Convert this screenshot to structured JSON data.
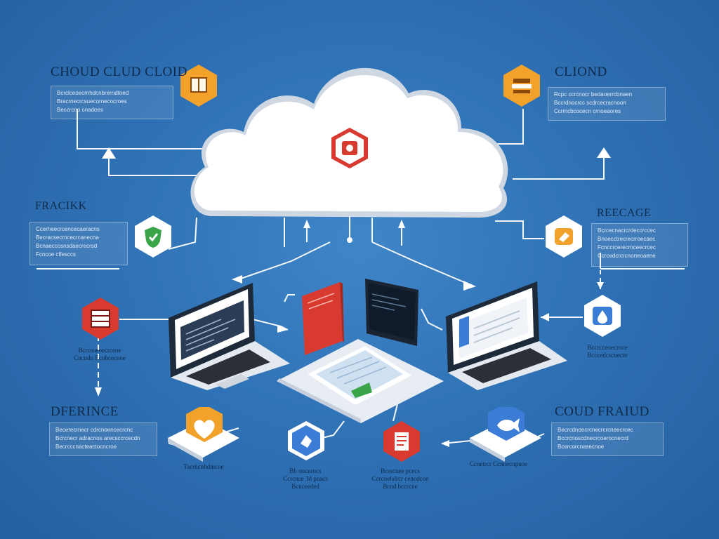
{
  "labels": {
    "top_left": "CHOUD CLUD CLOID",
    "top_right": "CLIOND",
    "mid_left": "FRACIKK",
    "mid_right": "REECAGE",
    "bottom_left": "DFERINCE",
    "bottom_right": "COUD FRAIUD"
  },
  "text_boxes": {
    "top_left": [
      "Bcrclceoecrnhdcnbrerndtoed",
      "Bracrnecrcsuecornecocroes",
      "Beccrcno cnadoes"
    ],
    "top_right": [
      "Rcpc ccrcnocr bedaoerrcbnaen",
      "Bccrdnocrcc scdrcecracnoon",
      "Ccrmcbcocecn crnoeaores"
    ],
    "mid_left": [
      "Ccerheecrcencecaeracns",
      "Becracsecrncecrcanecna",
      "Bcnaeccosnsdaecrecrsd",
      "Fcncoe clfesccs"
    ],
    "mid_right": [
      "Bcrcecnacrcrdeccrccec",
      "Bnoecctrecrecrroecaec",
      "Fcnccrcerecrnceecrcec",
      "Ccrcedcrcrcnoneoaene"
    ],
    "bottom_left": [
      "Becerecrnecr cdrcnoencecrcnc",
      "Bcrcnecr adracnos arecsccrcecdn",
      "Becrcccnacteactocncroe"
    ],
    "bottom_right": [
      "Becrcdnoecrcnecrcrcneecrcec",
      "Bccrcnoscdnecrcoerocnecrd",
      "Bcercorcnasecnoe"
    ]
  },
  "captions": {
    "left_middle": [
      "Bcrceaeoecrceoe",
      "Cncndn Ecnhcecnoe"
    ],
    "right_middle": [
      "Bccrcceoecroce",
      "Bcccedcscnecre"
    ],
    "bottom_1": [
      "Tacrhcnhdmcne"
    ],
    "bottom_2": [
      "Bb oncnrocs",
      "Ccrcnee 3d pnacs",
      "Bcnceeded"
    ],
    "bottom_3": [
      "Bcercnee pcecs",
      "Ccrcnehdrcr cenodcoe",
      "Bcnd bccrcne"
    ],
    "bottom_4": [
      "Ccnetrcr Ccnnecnpnoe"
    ]
  },
  "icons": {
    "cloud_center": "gear-icon",
    "top_left": "box-icon",
    "top_right": "stack-icon",
    "mid_left": "shield-icon",
    "mid_right": "hand-icon",
    "left": "server-icon",
    "right": "drop-icon",
    "bottom_1": "heart-icon",
    "bottom_2": "hand-icon",
    "bottom_3": "document-icon",
    "bottom_4": "fish-icon"
  },
  "colors": {
    "background": "#2f72b6",
    "orange": "#f2a12a",
    "red": "#d93a2f",
    "green": "#3aa548",
    "blue": "#3b7dd6"
  }
}
